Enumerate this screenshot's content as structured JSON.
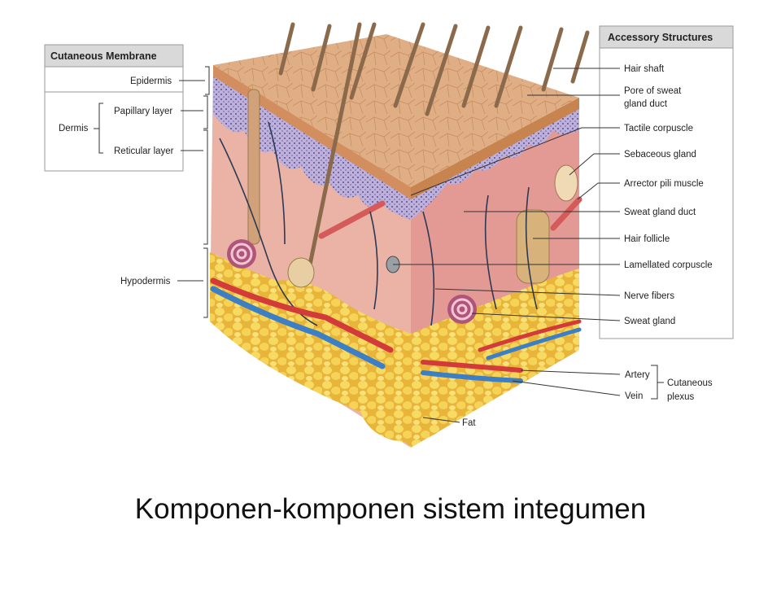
{
  "caption": "Komponen-komponen sistem integumen",
  "left_box": {
    "title": "Cutaneous Membrane",
    "epidermis": "Epidermis",
    "dermis": "Dermis",
    "papillary": "Papillary layer",
    "reticular": "Reticular layer"
  },
  "hypodermis": "Hypodermis",
  "right_box": {
    "title": "Accessory Structures",
    "items": [
      "Hair shaft",
      "Pore of sweat",
      "gland duct",
      "Tactile corpuscle",
      "Sebaceous gland",
      "Arrector pili muscle",
      "Sweat gland duct",
      "Hair follicle",
      "Lamellated corpuscle",
      "Nerve fibers",
      "Sweat gland"
    ]
  },
  "plexus": {
    "artery": "Artery",
    "vein": "Vein",
    "group_1": "Cutaneous",
    "group_2": "plexus"
  },
  "fat": "Fat",
  "colors": {
    "epidermis_top": "#d9a679",
    "dermis": "#eab0a6",
    "basal_layer": "#b9a7d6",
    "fat": "#f2d24a",
    "artery": "#d33a3a",
    "vein": "#3d7fc4",
    "box_header": "#d9d9d9"
  }
}
